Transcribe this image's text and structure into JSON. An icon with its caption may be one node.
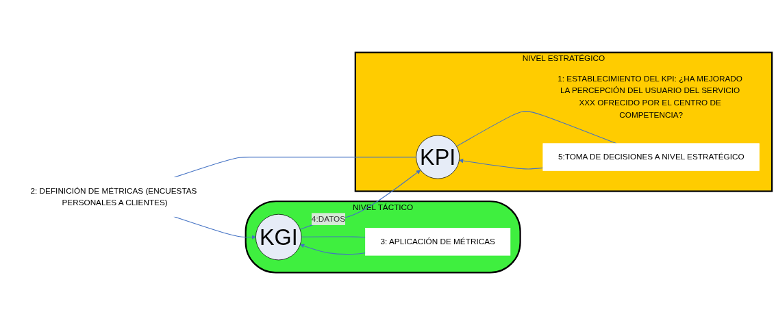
{
  "diagram": {
    "nodes": [
      {
        "text": [
          "2: DEFINICIÓN DE MÉTRICAS (ENCUESTAS PERSONALES A CLIENTES)"
        ]
      },
      {
        "text": [],
        "shape": "cloud",
        "beside": [
          "NIVEL TÁCTICO"
        ]
      },
      {
        "text": [
          "KGI"
        ],
        "in": 1
      },
      {
        "text": [
          "3: APLICACIÓN DE MÉTRICAS"
        ],
        "in": 1
      },
      {
        "text": [
          "1: ESTABLECIMIENTO DEL KPI: ¿HA MEJORADO LA PERCEPCIÓN DEL USUARIO DEL SERVICIO XXX OFRECIDO POR EL CENTRO DE COMPETENCIA?"
        ],
        "beside": [
          "NIVEL ESTRATÉGICO"
        ]
      },
      {
        "text": [
          "KPI"
        ],
        "in": 4
      },
      {
        "text": [
          "5:TOMA DE DECISIONES A NIVEL ESTRATÉGICO"
        ],
        "in": 4
      }
    ],
    "edges": [
      {
        "from": 5,
        "to": 0,
        "arrow": "none"
      },
      {
        "from": 0,
        "to": 2,
        "arrow": "to"
      },
      {
        "from": 2,
        "to": 3,
        "arrow": "none"
      },
      {
        "from": 3,
        "to": 2,
        "arrow": "to"
      },
      {
        "from": 2,
        "to": 5,
        "arrow": "to",
        "label": "4:DATOS"
      },
      {
        "from": 5,
        "to": 6,
        "arrow": "none"
      },
      {
        "from": 6,
        "to": 5,
        "arrow": "to"
      }
    ]
  }
}
